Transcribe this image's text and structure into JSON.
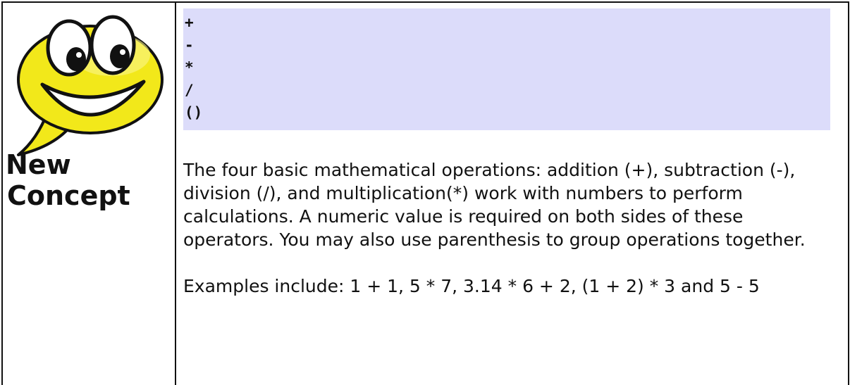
{
  "concept_box": {
    "caption_line1": "New",
    "caption_line2": "Concept",
    "mascot_icon": "smiley-speech-bubble-icon"
  },
  "operators": [
    "+",
    "-",
    "*",
    "/",
    "()"
  ],
  "description": "The four basic mathematical operations: addition (+), subtraction (-), division (/), and multiplication(*) work with numbers to perform calculations.  A numeric value is required on both sides of these operators.  You may also use parenthesis to group operations together.",
  "examples": "Examples include: 1 + 1, 5 * 7, 3.14 * 6 + 2, (1 + 2) * 3 and 5 - 5",
  "colors": {
    "code_background": "#dcdcfa",
    "mascot_yellow": "#f2e81a",
    "border": "#111111"
  }
}
